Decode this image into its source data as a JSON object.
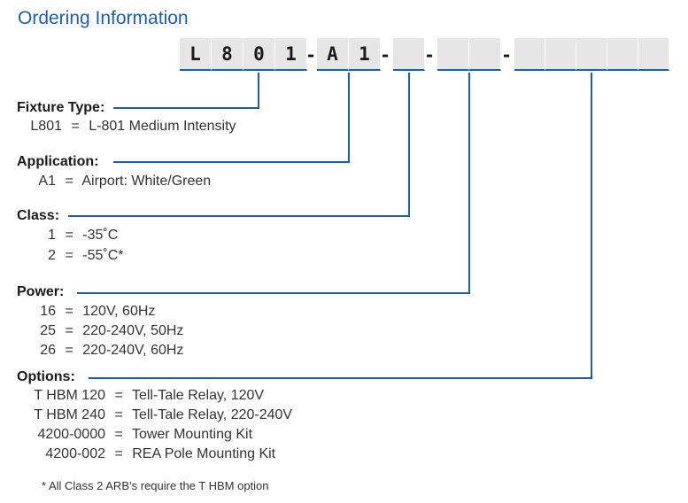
{
  "title": "Ordering Information",
  "code": {
    "part1": [
      "L",
      "8",
      "0",
      "1"
    ],
    "part2": [
      "A",
      "1"
    ],
    "dash": "-"
  },
  "sections": {
    "fixture": {
      "label": "Fixture Type:",
      "items": [
        {
          "code": "L801",
          "eq": "=",
          "desc": "L-801 Medium Intensity"
        }
      ]
    },
    "application": {
      "label": "Application:",
      "items": [
        {
          "code": "A1",
          "eq": "=",
          "desc": "Airport: White/Green"
        }
      ]
    },
    "class": {
      "label": "Class:",
      "items": [
        {
          "code": "1",
          "eq": "=",
          "desc": "-35˚C"
        },
        {
          "code": "2",
          "eq": "=",
          "desc": "-55˚C*"
        }
      ]
    },
    "power": {
      "label": "Power:",
      "items": [
        {
          "code": "16",
          "eq": "=",
          "desc": "120V, 60Hz"
        },
        {
          "code": "25",
          "eq": "=",
          "desc": "220-240V, 50Hz"
        },
        {
          "code": "26",
          "eq": "=",
          "desc": "220-240V, 60Hz"
        }
      ]
    },
    "options": {
      "label": "Options:",
      "items": [
        {
          "code": "T HBM 120",
          "eq": "=",
          "desc": "Tell-Tale Relay, 120V"
        },
        {
          "code": "T HBM 240",
          "eq": "=",
          "desc": "Tell-Tale Relay, 220-240V"
        },
        {
          "code": "4200-0000",
          "eq": "=",
          "desc": "Tower Mounting Kit"
        },
        {
          "code": "4200-002",
          "eq": "=",
          "desc": "REA Pole Mounting Kit"
        }
      ]
    }
  },
  "footnote": "*  All Class 2 ARB’s require the T HBM option"
}
